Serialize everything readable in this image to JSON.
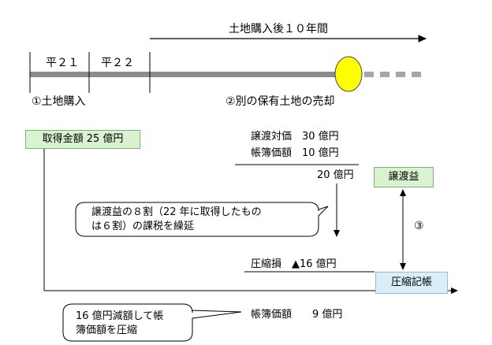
{
  "timeline": {
    "period_label": "土地購入後１０年間",
    "year1": "平２１",
    "year2": "平２２",
    "event1": "①土地購入",
    "event2": "②別の保有土地の売却"
  },
  "acquisition": {
    "label": "取得金額 25 億円"
  },
  "transfer": {
    "price": "譲渡対価　30 億円",
    "book": "帳簿価額　10 億円",
    "diff": "20 億円",
    "gain_box": "譲渡益"
  },
  "callout1": {
    "line1": "譲渡益の８割（22 年に取得したもの",
    "line2": "は６割）の課税を繰延"
  },
  "step3": "③",
  "compression": {
    "loss": "圧縮損　▲16 億円",
    "box": "圧縮記帳",
    "book_after": "帳簿価額　　9 億円"
  },
  "callout2": {
    "line1": "16 億円減額して帳",
    "line2": "簿価額を圧縮"
  }
}
